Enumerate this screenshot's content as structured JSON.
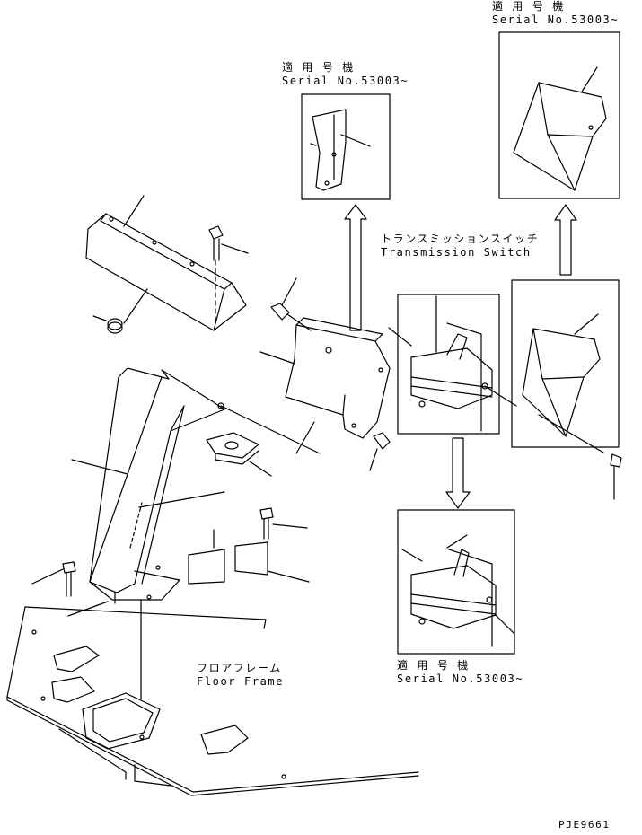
{
  "labels": {
    "serial_top_right": {
      "jp": "適 用 号 機",
      "en": "Serial No.53003~"
    },
    "serial_mid": {
      "jp": "適 用 号 機",
      "en": "Serial No.53003~"
    },
    "transmission_switch": {
      "jp": "トランスミッションスイッチ",
      "en": "Transmission Switch"
    },
    "floor_frame": {
      "jp": "フロアフレーム",
      "en": "Floor Frame"
    },
    "serial_bottom": {
      "jp": "適 用 号 機",
      "en": "Serial No.53003~"
    }
  },
  "drawing_code": "PJE9661"
}
